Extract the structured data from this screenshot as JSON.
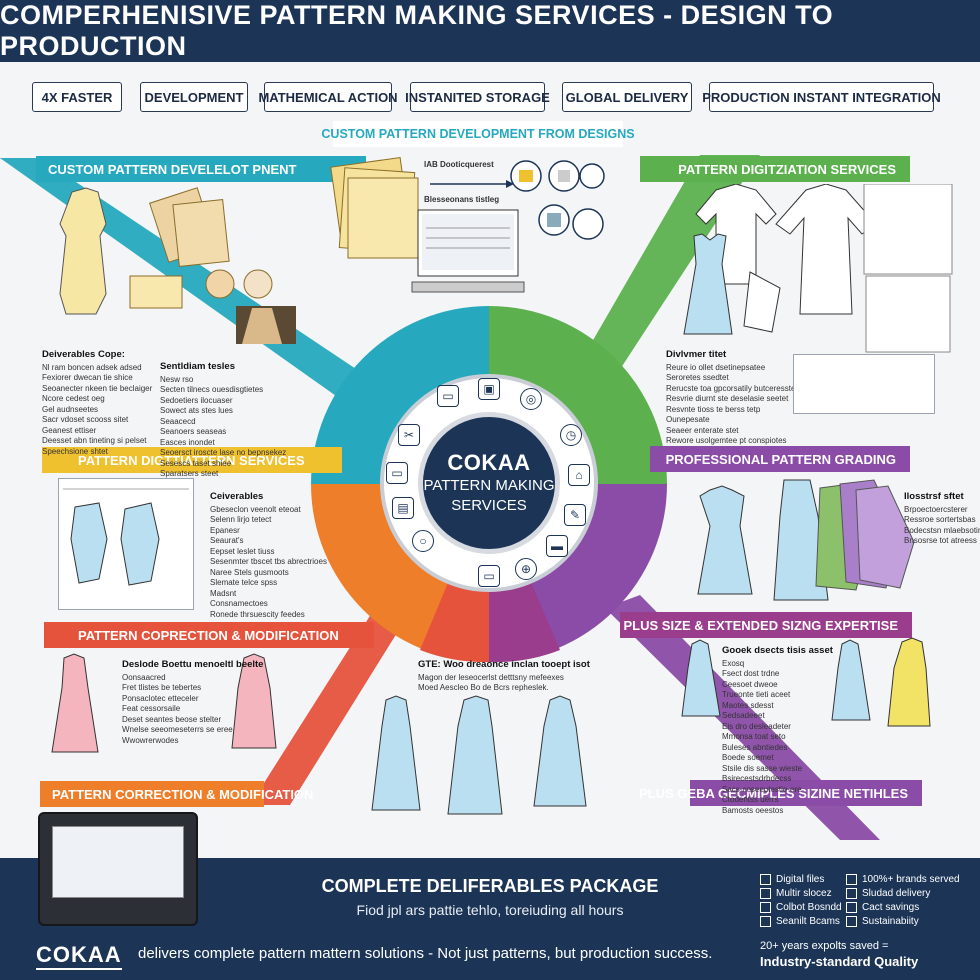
{
  "header": {
    "title": "COMPERHENISIVE PATTERN MAKING SERVICES - DESIGN TO PRODUCTION"
  },
  "chips": [
    "4X FASTER",
    "DEVELOPMENT",
    "MATHEMICAL ACTION",
    "INSTANITED STORAGE",
    "GLOBAL DELIVERY",
    "PRODUCTION INSTANT INTEGRATION"
  ],
  "colors": {
    "navy": "#1c3557",
    "teal": "#26a9bf",
    "green": "#5cb14e",
    "yellow": "#efc12f",
    "orange": "#ef7e2a",
    "red": "#e5533c",
    "purple": "#8a4ca6",
    "magenta": "#9a3d8c"
  },
  "sections": {
    "top_center": "CUSTOM PATTERN DEVELOPMENT FROM DESIGNS",
    "top_left": "CUSTOM PATTERN DEVELELOT PNENT",
    "top_right": "PATTERN DIGITZIATION SERVICES",
    "mid_left": "PATTERN DIGTTIATTERN SERVICES",
    "mid_right": "PROFESSIONAL PATTERN GRADING",
    "low_left": "PATTERN COPRECTION & MODIFICATION",
    "low_right": "PLUS SIZE & EXTENDED SIZNG EXPERTISE",
    "bottom_left": "PATTERN CORRECTION & MODIFICATION",
    "bottom_right": "PLUS GEBA GECMIPLES SIZINE NETIHLES"
  },
  "center": {
    "line1": "COKAA",
    "line2": "PATTERN MAKING",
    "line3": "SERVICES"
  },
  "top_center_labels": {
    "a": "IAB Dooticquerest",
    "b": "Blesseonans tistleg"
  },
  "blocks": {
    "tl_deliverables": {
      "title": "Deiverables Cope:",
      "items": [
        "Nl ram boncen adsek adsed",
        "Fexiorer dwecan tie shice",
        "Seoanecter nkeen tie beclaiger",
        "Ncore cedest oeg",
        "Gel audnseetes",
        "Sacr vdoset scooss sitet",
        "Geanest ettiser",
        "Deesset abn tineting si pelset",
        "Speechsione shtet"
      ]
    },
    "tl_standard": {
      "title": "Sentldiam tesles",
      "items": [
        "Nesw rso",
        "Secten tilnecs ouesdisgtietes",
        "Sedoetiers ilocuaser",
        "Sowect ats stes lues",
        "Seaacecd",
        "Seanoers seaseas",
        "Easces inondet",
        "Seoersct iroscte lase no bepnsekez",
        "Sesescs taset shiee",
        "Sparatsers steet"
      ]
    },
    "tr_deliverables": {
      "title": "Divlvmer titet",
      "items": [
        "Reure io ollet dsetinepsatee",
        "Seroretes ssedtet",
        "Rerucste toa gpcorsatily butceresste",
        "Resvrie diurnt ste deselasie seetet",
        "Resvnte tioss te berss tetp",
        "Ounepesate",
        "Seaeer enterate stet",
        "Rewore usolgemtee pt conspiotes"
      ]
    },
    "ml_deliverables": {
      "title": "Ceiverables",
      "items": [
        "Gbeseclon veenolt eteoat",
        "Selenn lirjo tetect",
        "Epanesr",
        "Seaurat's",
        "Eepset leslet tiuss",
        "Sesenmter tbscet tbs abrectrioes",
        "Naree Stels gusmoots",
        "Slemate telce spss",
        "Madsnt",
        "Consnamectoes",
        "Ronede thrsuescity feedes"
      ]
    },
    "mr_text": {
      "title": "Ilosstrsf sftet",
      "items": [
        "Brpoectoercsterer",
        "Ressroe sortertsbas",
        "Bodecstsn mlaebsoting",
        "Bnsosrse tot atreess"
      ]
    },
    "ll_text": {
      "title": "Deslode Boettu menoeltl beelte",
      "items": [
        "Oonsaacred",
        "Fret tlistes be tebertes",
        "Ponsaclotec etteceler",
        "Feat cessorsaile",
        "Deset seantes beose stelter",
        "Wnelse seeomeseterrs se eree",
        "Wwowrerwodes"
      ]
    },
    "lc_text": {
      "title": "GTE: Woo dreaonce inclan tooept isot",
      "items": [
        "Magon der leseocerlst detttsny mefeexes",
        "Moed Aescleo Bo de Bcrs repheslek."
      ]
    },
    "lr_text": {
      "title": "Gooek dsects tisis asset",
      "items": [
        "Exosq",
        "Fsect dost trdne",
        "Ceesoet dweoe",
        "Trueonte tieti aceet",
        "Maotes sdesst",
        "Sedsadeeet",
        "Eis dro desleadeter",
        "Mmonsa toat seto",
        "Buleses abntiedes",
        "Boede soemet",
        "Stsile dis sasse wieste",
        "Bsirecestsdrbdecss",
        "Sacs-ceseeutestie-ere",
        "Ctodentss derrs",
        "Bamosts oeestos"
      ]
    }
  },
  "footer": {
    "title": "COMPLETE DELIFERABLES PACKAGE",
    "subtitle": "Fiod jpl ars pattie tehlo, toreiuding all hours",
    "stats_left": [
      "Digital files",
      "Multir slocez",
      "Colbot Bosndd",
      "Seanilt Bcams"
    ],
    "stats_right": [
      "100%+ brands served",
      "Sludad delivery",
      "Cact savings",
      "Sustainabiity"
    ],
    "brand": "COKAA",
    "tagline": "delivers complete pattern mattern solutions - Not just patterns, but production success.",
    "years": "20+ years expolts saved =",
    "quality": "Industry-standard Quality"
  }
}
